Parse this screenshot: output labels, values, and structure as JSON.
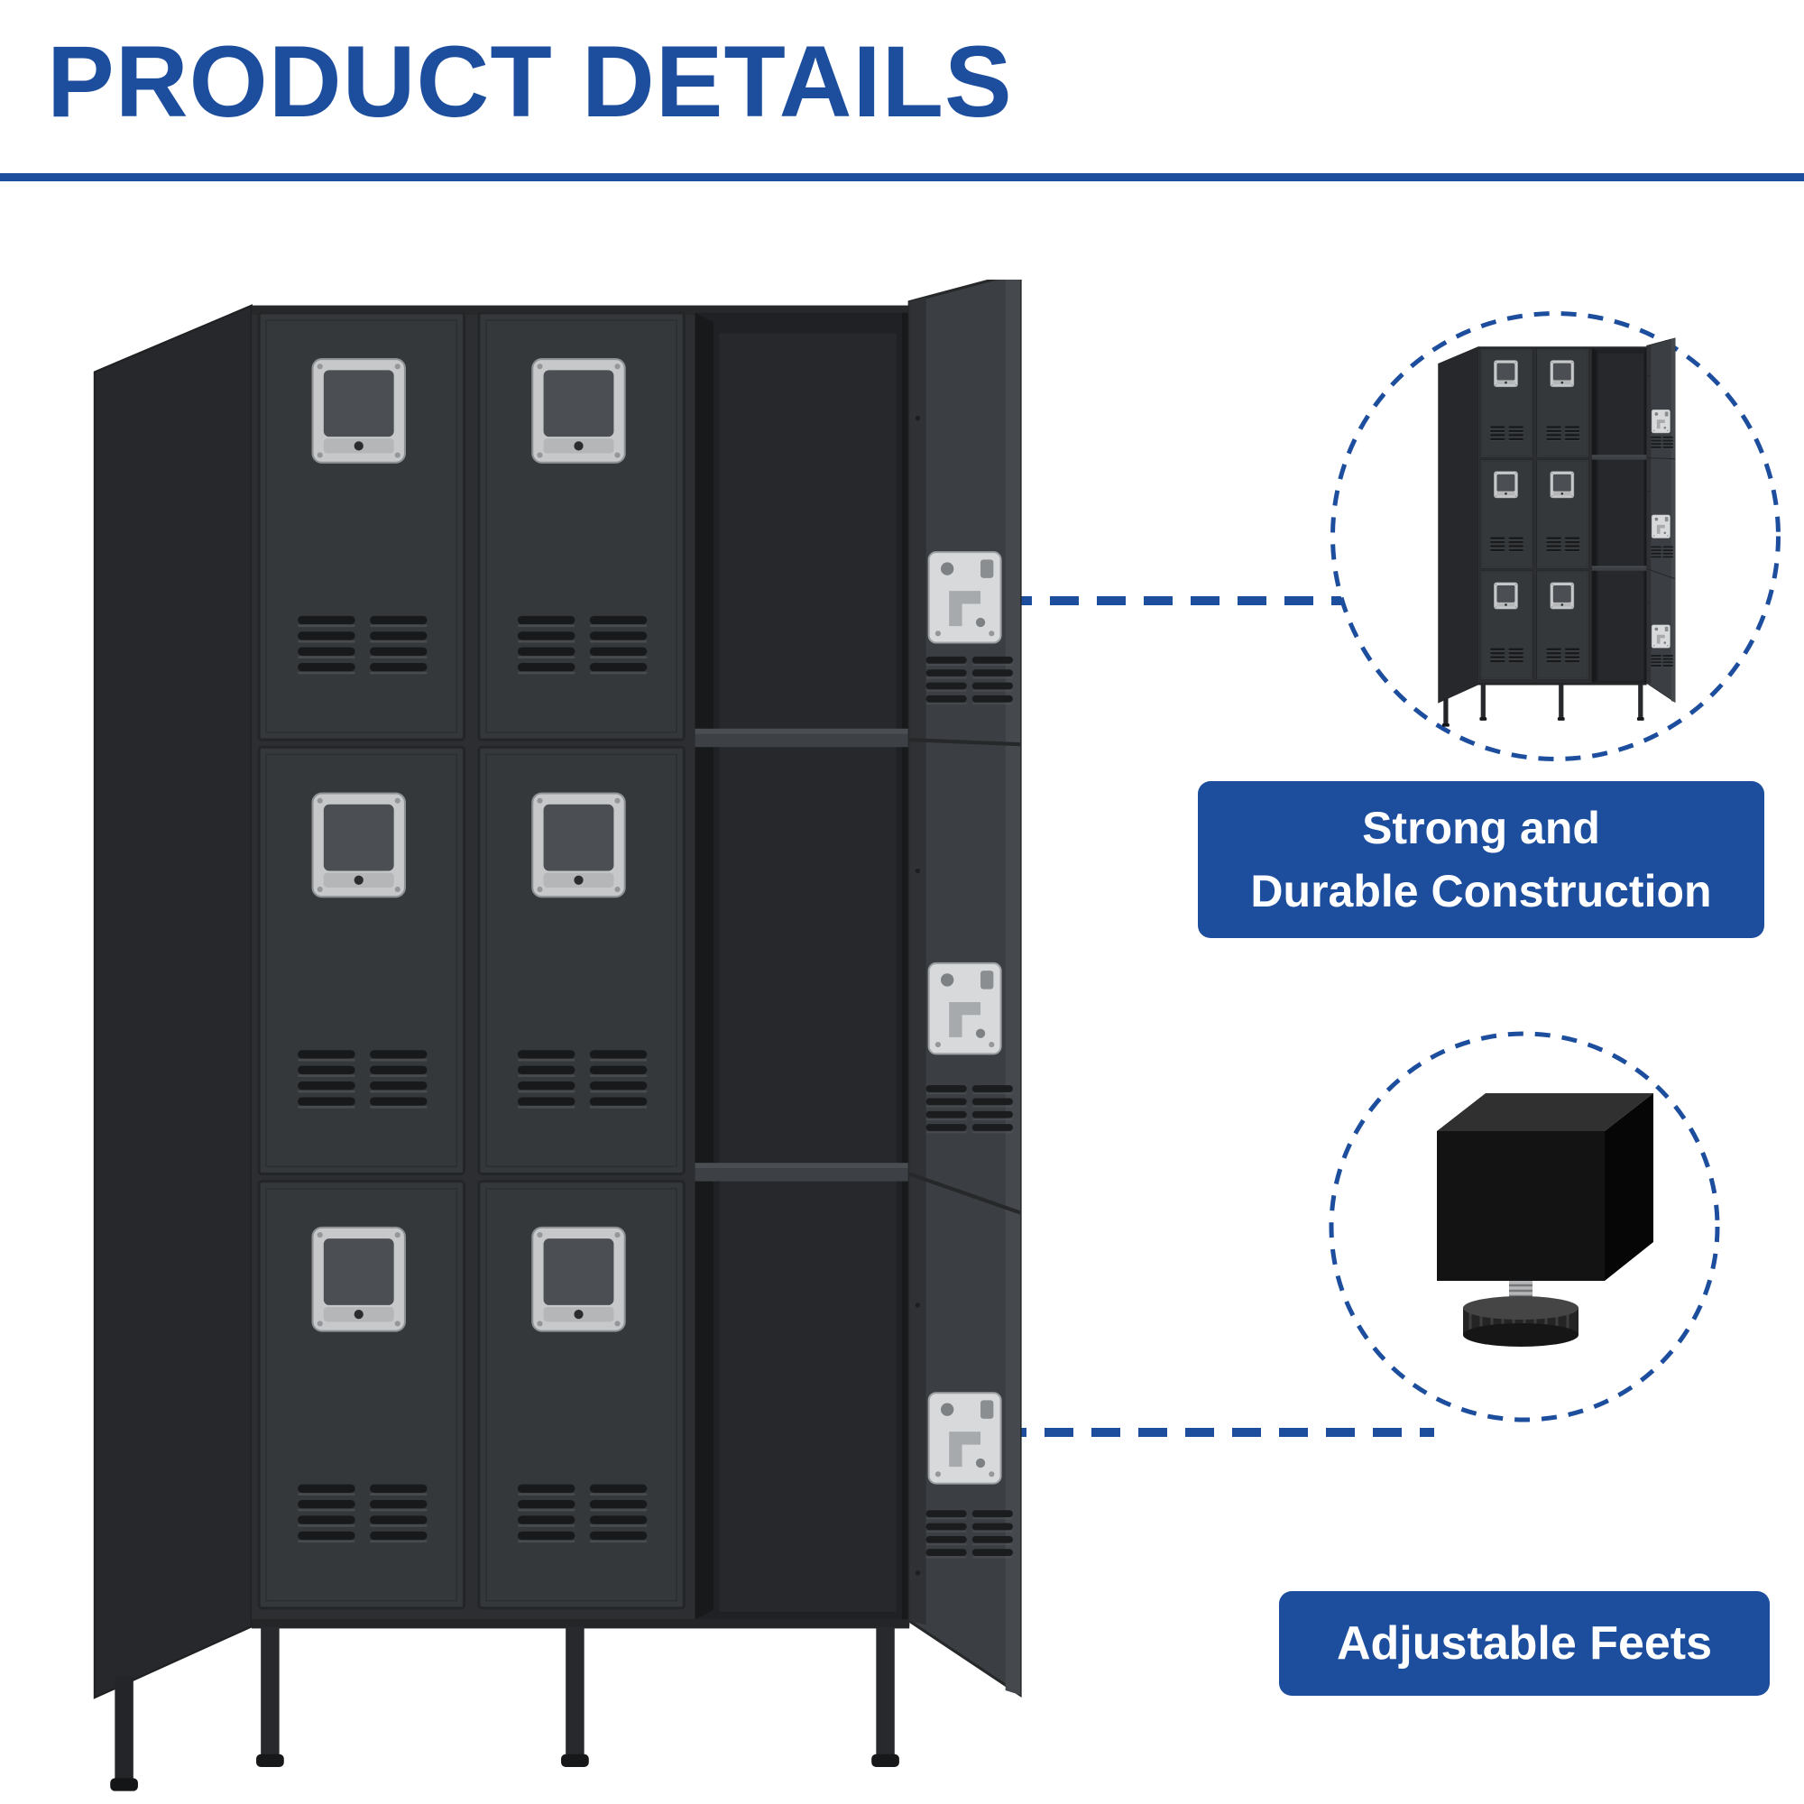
{
  "page": {
    "title": "PRODUCT DETAILS"
  },
  "callouts": {
    "construction": {
      "line1": "Strong and",
      "line2": "Durable Construction"
    },
    "feet": {
      "label": "Adjustable Feets"
    }
  },
  "graphics": {
    "main_image": "nine-door-metal-locker-with-open-door",
    "inset_top": "locker-full-view-thumbnail",
    "inset_bottom": "adjustable-leveling-foot-closeup"
  },
  "colors": {
    "accent": "#1d4e9e",
    "label_text": "#ffffff",
    "locker_body": "#35383b",
    "locker_side": "#26282b",
    "handle_silver": "#c6c8ca",
    "background": "#ffffff"
  }
}
